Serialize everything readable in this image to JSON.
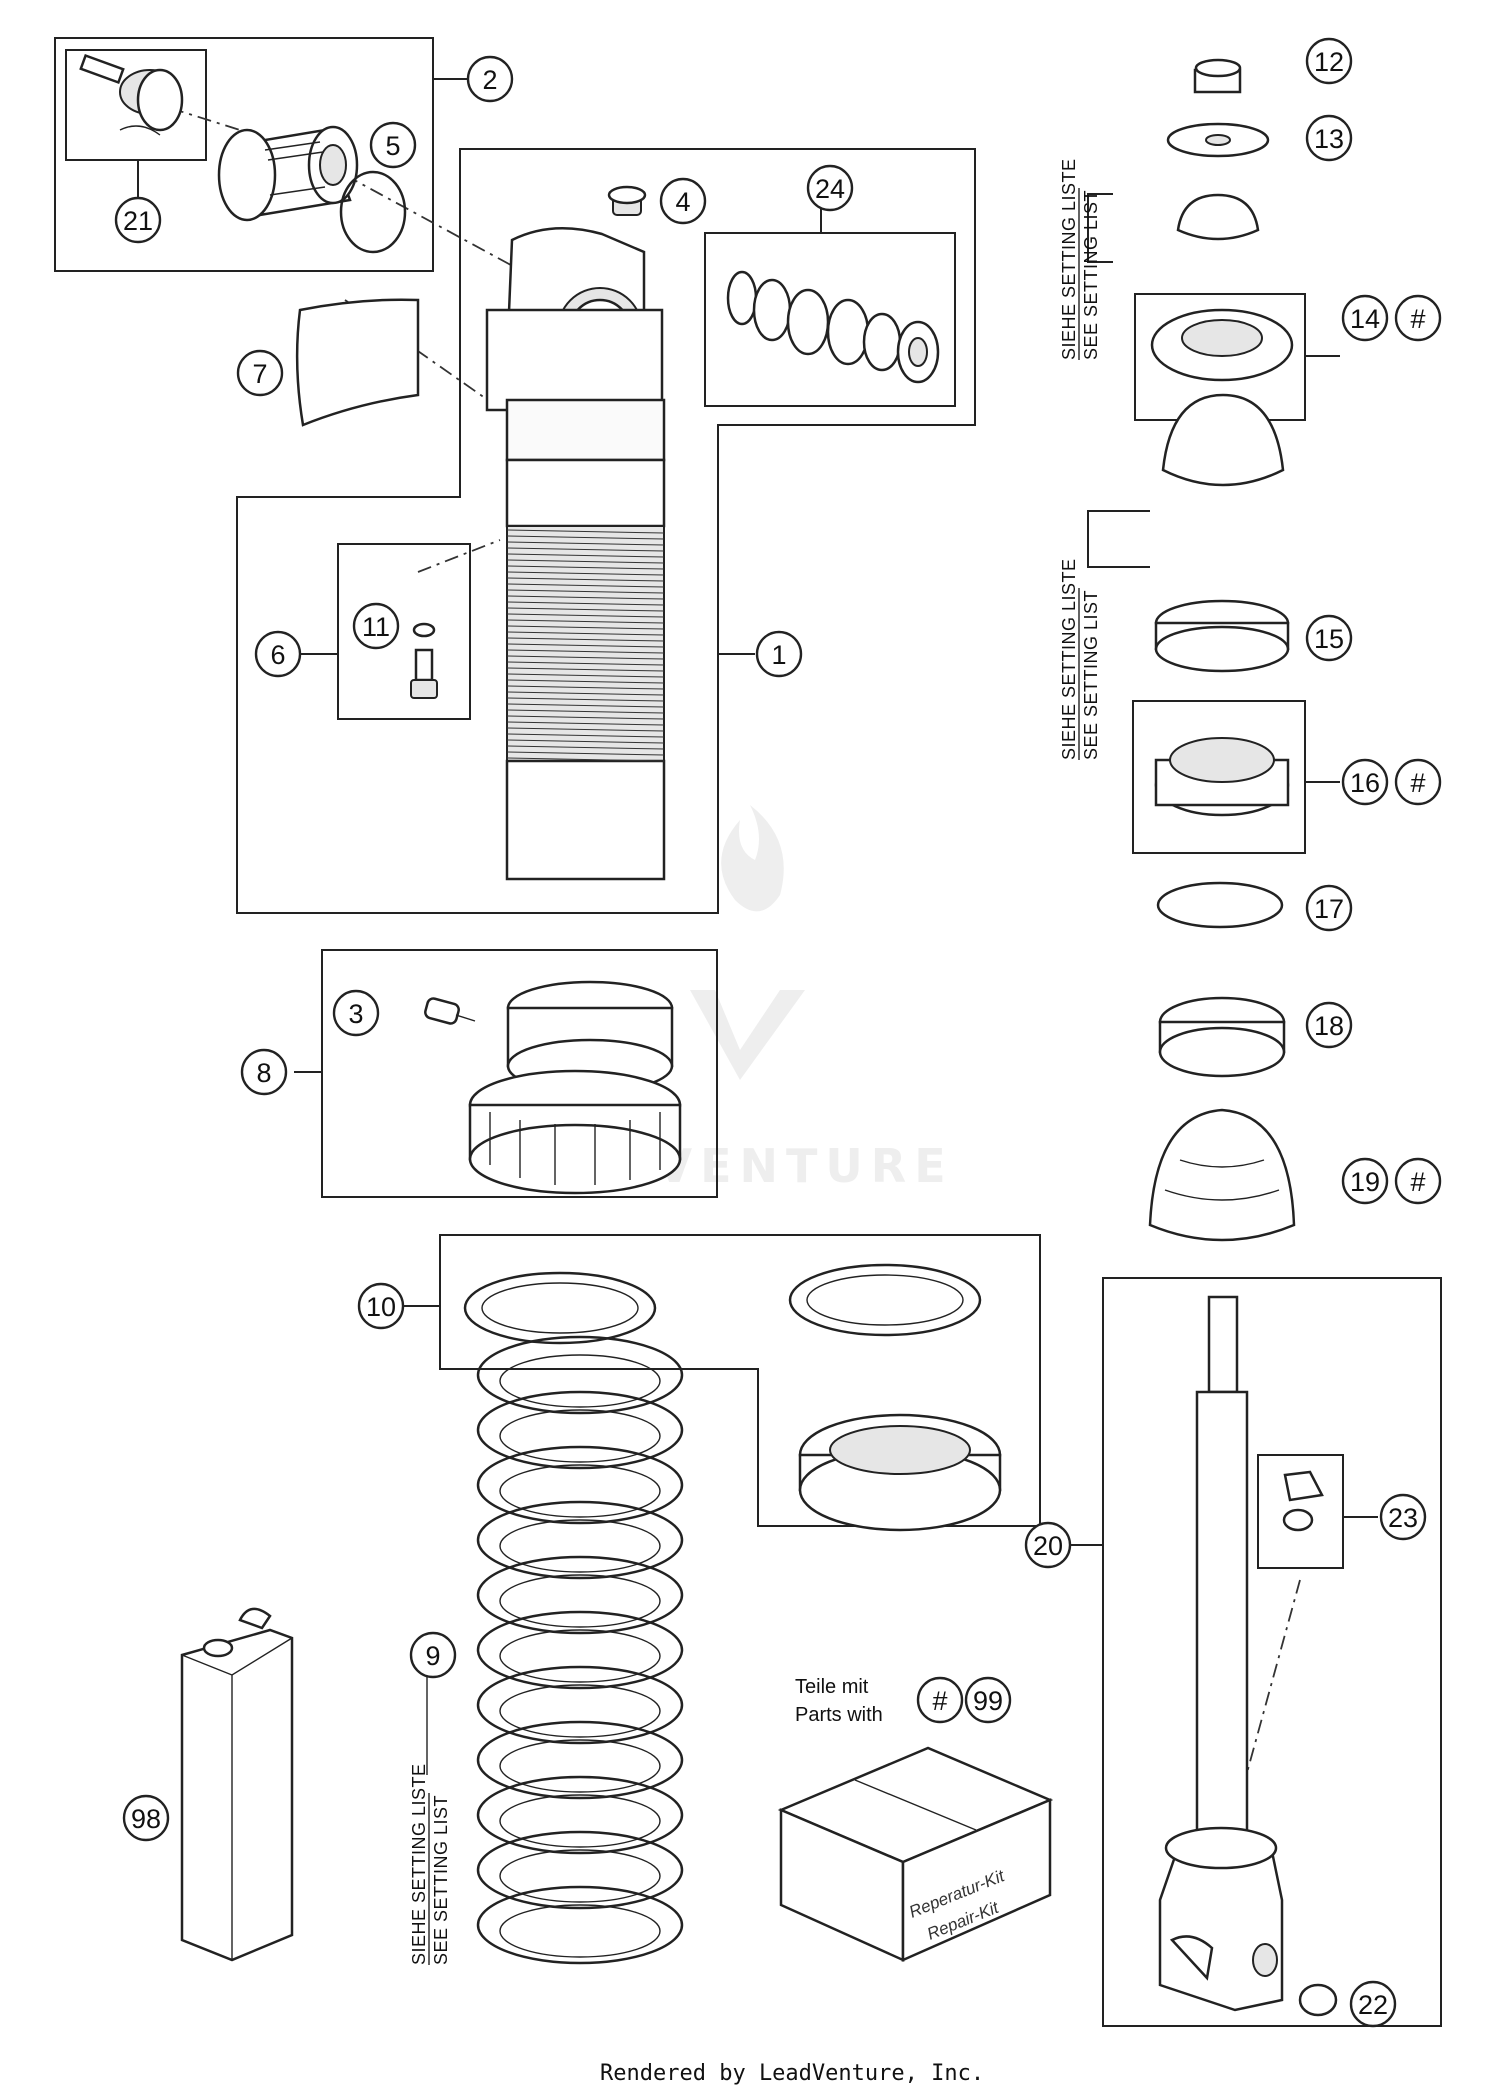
{
  "callouts": [
    {
      "id": "c1",
      "label": "1"
    },
    {
      "id": "c2",
      "label": "2"
    },
    {
      "id": "c3",
      "label": "3"
    },
    {
      "id": "c4",
      "label": "4"
    },
    {
      "id": "c5",
      "label": "5"
    },
    {
      "id": "c6",
      "label": "6"
    },
    {
      "id": "c7",
      "label": "7"
    },
    {
      "id": "c8",
      "label": "8"
    },
    {
      "id": "c9",
      "label": "9"
    },
    {
      "id": "c10",
      "label": "10"
    },
    {
      "id": "c11",
      "label": "11"
    },
    {
      "id": "c12",
      "label": "12"
    },
    {
      "id": "c13",
      "label": "13"
    },
    {
      "id": "c14",
      "label": "14"
    },
    {
      "id": "c14h",
      "label": "#"
    },
    {
      "id": "c15",
      "label": "15"
    },
    {
      "id": "c16",
      "label": "16"
    },
    {
      "id": "c16h",
      "label": "#"
    },
    {
      "id": "c17",
      "label": "17"
    },
    {
      "id": "c18",
      "label": "18"
    },
    {
      "id": "c19",
      "label": "19"
    },
    {
      "id": "c19h",
      "label": "#"
    },
    {
      "id": "c20",
      "label": "20"
    },
    {
      "id": "c21",
      "label": "21"
    },
    {
      "id": "c22",
      "label": "22"
    },
    {
      "id": "c23",
      "label": "23"
    },
    {
      "id": "c24",
      "label": "24"
    },
    {
      "id": "c98",
      "label": "98"
    },
    {
      "id": "c99h",
      "label": "#"
    },
    {
      "id": "c99",
      "label": "99"
    }
  ],
  "notes": {
    "setting_list_de": "SIEHE SETTING LISTE",
    "setting_list_en": "SEE SETTING LIST",
    "parts_with_de": "Teile mit",
    "parts_with_en": "Parts with",
    "repair_kit_de": "Reperatur-Kit",
    "repair_kit_en": "Repair-Kit"
  },
  "watermark": "LEADVENTURE",
  "credit": "Rendered by LeadVenture, Inc."
}
